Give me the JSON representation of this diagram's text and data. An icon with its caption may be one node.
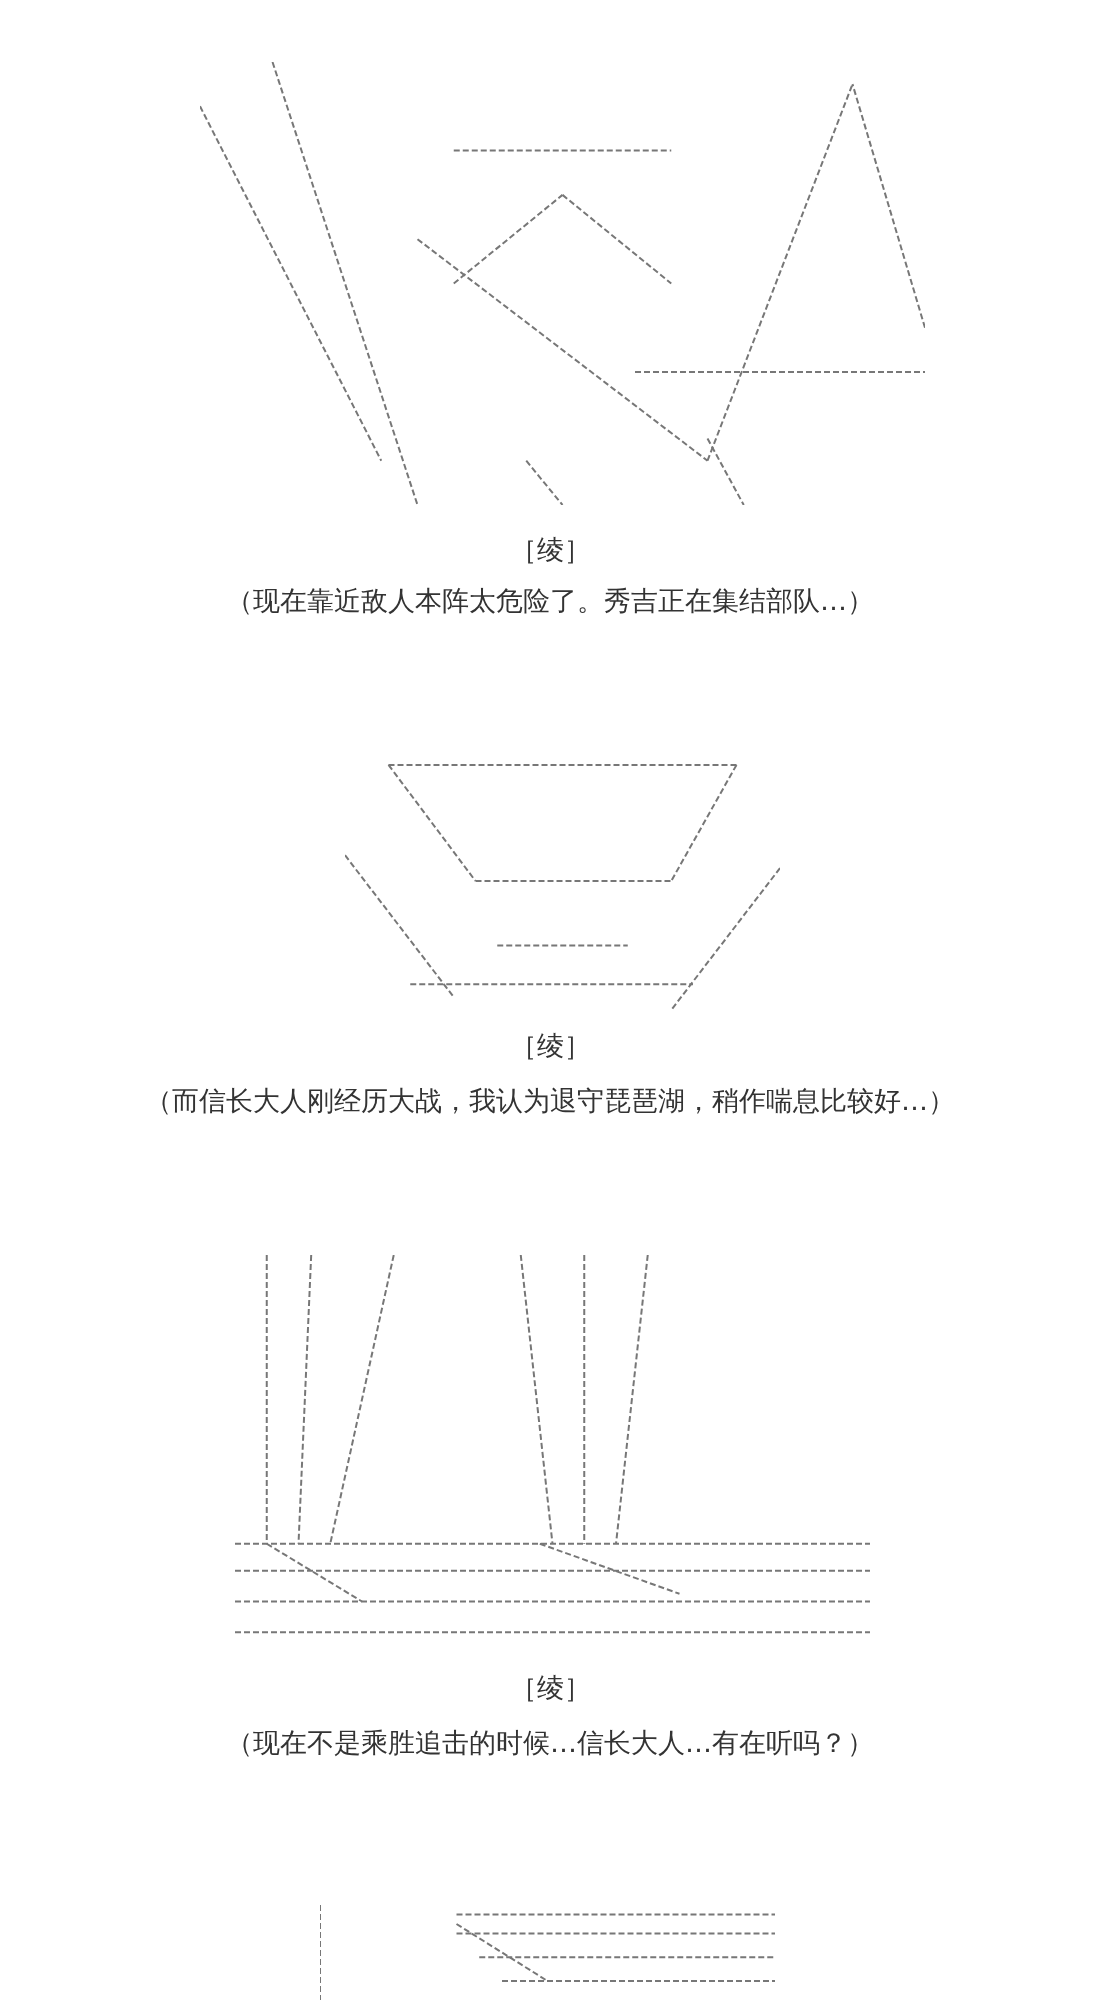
{
  "diagram": {
    "labels": [
      "［绫］",
      "（现在靠近敌人本阵太危险了。秀吉正在集结部队…）",
      "［绫］",
      "（而信长大人刚经历大战，我认为退守琵琶湖，稍作喘息比较好…）",
      "［绫］",
      "（现在不是乘胜追击的时候…信长大人…有在听吗？）"
    ]
  }
}
